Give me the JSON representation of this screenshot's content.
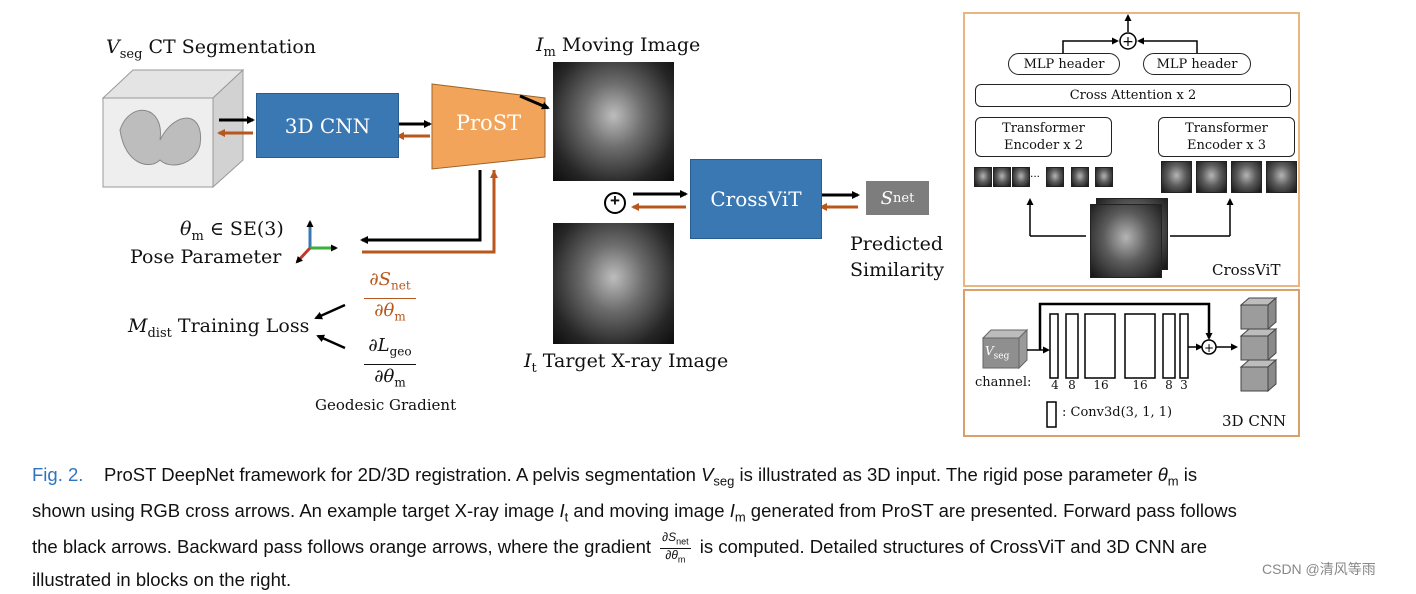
{
  "diagram": {
    "vseg_label": "V",
    "vseg_sub": "seg",
    "vseg_desc": "CT Segmentation",
    "cnn_label": "3D CNN",
    "prost_label": "ProST",
    "im_label": "I",
    "im_sub": "m",
    "im_desc": "Moving Image",
    "it_label": "I",
    "it_sub": "t",
    "it_desc": "Target X-ray Image",
    "crossvit_label": "CrossViT",
    "snet_label": "S",
    "snet_sub": "net",
    "predicted_line1": "Predicted",
    "predicted_line2": "Similarity",
    "theta_label": "θ",
    "theta_sub": "m",
    "theta_rest": "∈ SE(3)",
    "pose_label": "Pose Parameter",
    "mdist_label": "M",
    "mdist_sub": "dist",
    "mdist_rest": "Training Loss",
    "grad_snet_num": "∂S",
    "grad_snet_num_sub": "net",
    "grad_snet_den": "∂θ",
    "grad_snet_den_sub": "m",
    "grad_lgeo_num": "∂L",
    "grad_lgeo_num_sub": "geo",
    "grad_lgeo_den": "∂θ",
    "grad_lgeo_den_sub": "m",
    "geodesic_label": "Geodesic Gradient",
    "plus_symbol": "+"
  },
  "crossvit_panel": {
    "title": "CrossViT",
    "mlp_left": "MLP header",
    "mlp_right": "MLP header",
    "cross_attention": "Cross Attention x 2",
    "encoder_left_l1": "Transformer",
    "encoder_left_l2": "Encoder x 2",
    "encoder_right_l1": "Transformer",
    "encoder_right_l2": "Encoder x 3",
    "ellipsis": "..."
  },
  "cnn_panel": {
    "title": "3D CNN",
    "input_label": "V",
    "input_sub": "seg",
    "channel_label": "channel:",
    "channels": [
      "4",
      "8",
      "16",
      "16",
      "8",
      "3"
    ],
    "legend_text": ": Conv3d(3, 1, 1)"
  },
  "caption": {
    "fig_label": "Fig. 2.",
    "line1a": "ProST DeepNet framework for 2D/3D registration. A pelvis segmentation ",
    "line1_vseg": "V",
    "line1_vseg_sub": "seg",
    "line1b": " is illustrated as 3D input. The rigid pose parameter ",
    "line1_theta": "θ",
    "line1_theta_sub": "m",
    "line1c": " is",
    "line2a": "shown using RGB cross arrows. An example target X-ray image ",
    "line2_it": "I",
    "line2_it_sub": "t",
    "line2b": " and moving image ",
    "line2_im": "I",
    "line2_im_sub": "m",
    "line2c": " generated from ProST are presented. Forward pass follows",
    "line3a": "the black arrows. Backward pass follows orange arrows, where the gradient",
    "line3_frac_num": "∂S",
    "line3_frac_num_sub": "net",
    "line3_frac_den": "∂θ",
    "line3_frac_den_sub": "m",
    "line3b": "is computed. Detailed structures of CrossViT and 3D CNN are",
    "line4": "illustrated in blocks on the right."
  },
  "watermark": "CSDN @清风等雨",
  "colors": {
    "accent_blue": "#3a78b3",
    "prost_orange": "#f2a55a",
    "backward_orange": "#b8561c",
    "panel_border": "#e8b77f",
    "caption_blue": "#2f74c0"
  }
}
